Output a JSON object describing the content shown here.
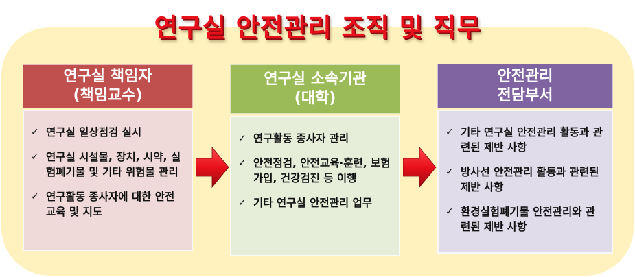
{
  "title": "연구실 안전관리 조직 및 직무",
  "colors": {
    "title": "#E8101A",
    "background_panel": "#FFF2BF",
    "col1_header": "#C0504D",
    "col1_body": "#EFD9D9",
    "col2_header": "#9BBB59",
    "col2_body": "#E6EDD9",
    "col3_header": "#8064A2",
    "col3_body": "#E0DCE9",
    "arrow": "#E8101A"
  },
  "columns": [
    {
      "header_line1": "연구실 책임자",
      "header_line2": "(책임교수)",
      "items": [
        "연구실 일상점검 실시",
        "연구실 시설물, 장치, 시약, 실험폐기물 및 기타 위험물 관리",
        "연구활동 종사자에 대한 안전 교육 및 지도"
      ]
    },
    {
      "header_line1": "연구실 소속기관",
      "header_line2": "(대학)",
      "items": [
        "연구활동 종사자 관리",
        "안전점검, 안전교육·훈련, 보험가입, 건강검진 등 이행",
        "기타 연구실 안전관리 업무"
      ]
    },
    {
      "header_line1": "안전관리",
      "header_line2": "전담부서",
      "items": [
        "기타 연구실 안전관리 활동과 관련된 제반 사항",
        "방사선 안전관리 활동과 관련된 제반 사항",
        "환경실험폐기물 안전관리와 관련된 제반 사항"
      ]
    }
  ],
  "check_glyph": "✓",
  "icons": {
    "flow_arrow": "right-arrow-icon",
    "bullet": "checkmark-icon"
  }
}
